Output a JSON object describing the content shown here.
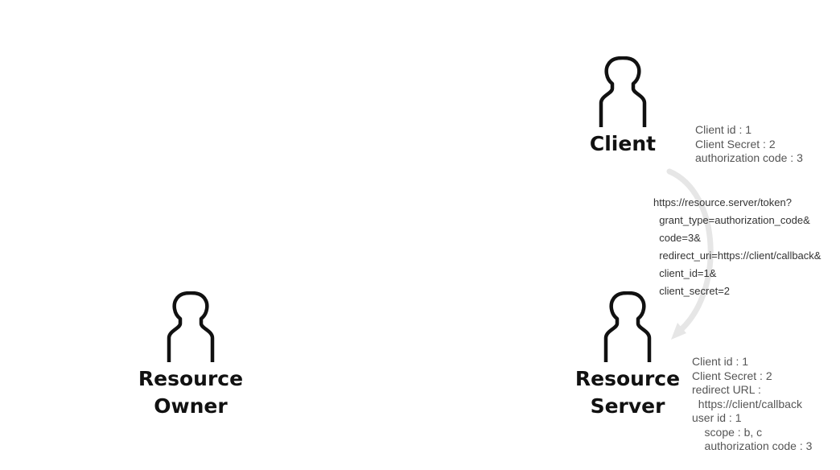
{
  "colors": {
    "actor": "#111111",
    "note_text": "#555555",
    "arrow": "#e6e6e6"
  },
  "actors": {
    "client": {
      "label": "Client",
      "icon": "person-icon"
    },
    "resource_owner": {
      "label": "Resource\nOwner",
      "icon": "person-icon"
    },
    "resource_server": {
      "label": "Resource\nServer",
      "icon": "person-icon"
    }
  },
  "client_info": {
    "lines": [
      "Client id : 1",
      "Client Secret : 2",
      "authorization code : 3"
    ]
  },
  "token_request": {
    "lines": [
      "https://resource.server/token?",
      "  grant_type=authorization_code&",
      "  code=3&",
      "  redirect_uri=https://client/callback&",
      "  client_id=1&",
      "  client_secret=2"
    ]
  },
  "server_info": {
    "lines": [
      "Client id : 1",
      "Client Secret : 2",
      "redirect URL :",
      "  https://client/callback",
      "user id : 1",
      "    scope : b, c",
      "    authorization code : 3"
    ]
  }
}
